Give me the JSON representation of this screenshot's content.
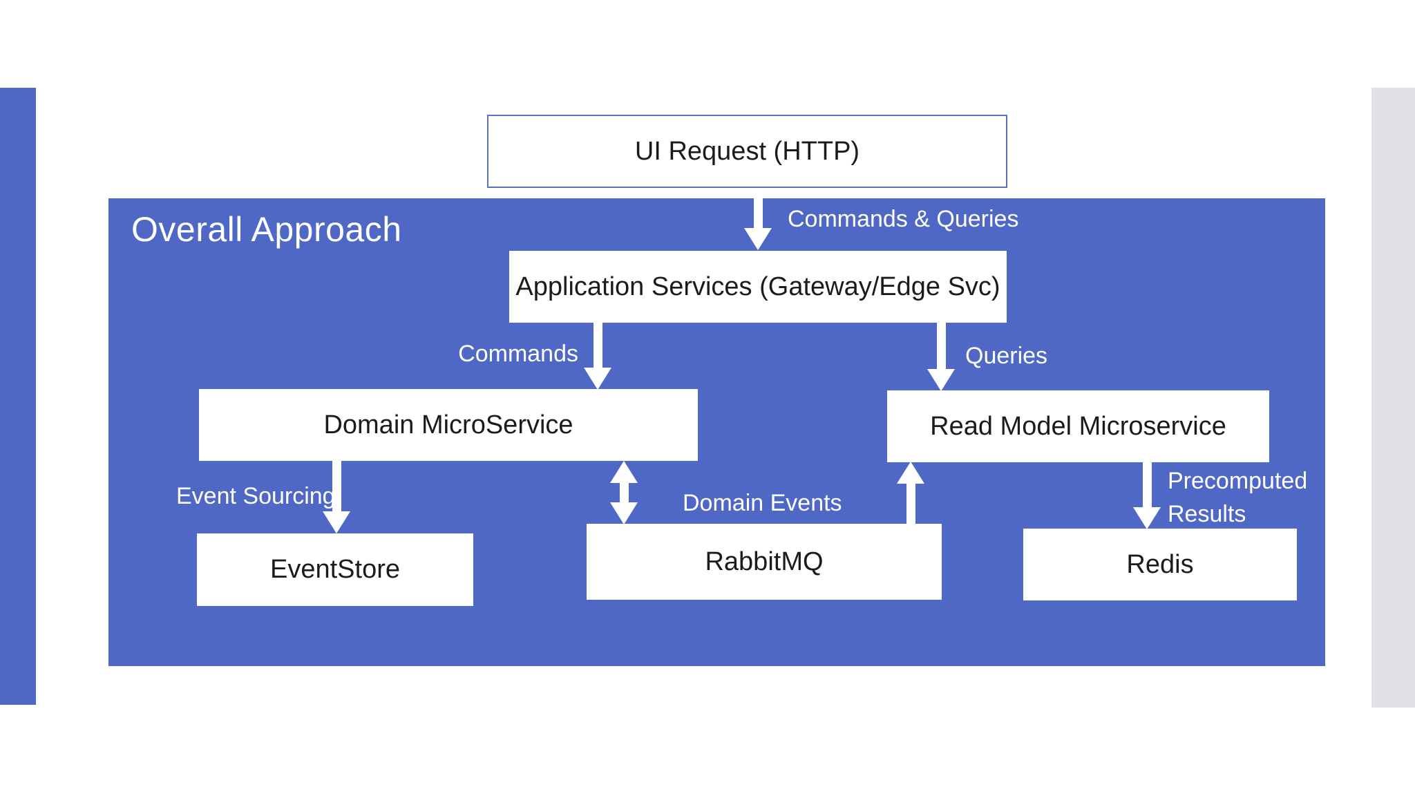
{
  "slide": {
    "title": "Overall Approach",
    "colors": {
      "panel_blue": "#4F68C5",
      "accent_bar_blue": "#4F68C5",
      "side_bar_gray": "#E2E2E6",
      "node_bg": "#FFFFFF",
      "node_text": "#1B1B1B",
      "node_border_blue": "#5A6FC9",
      "label_text": "#FFFFFF"
    }
  },
  "diagram": {
    "nodes": [
      {
        "id": "ui_request",
        "label": "UI Request (HTTP)"
      },
      {
        "id": "app_services",
        "label": "Application Services (Gateway/Edge Svc)"
      },
      {
        "id": "domain_microservice",
        "label": "Domain MicroService"
      },
      {
        "id": "read_model_microservice",
        "label": "Read Model Microservice"
      },
      {
        "id": "eventstore",
        "label": "EventStore"
      },
      {
        "id": "rabbitmq",
        "label": "RabbitMQ"
      },
      {
        "id": "redis",
        "label": "Redis"
      }
    ],
    "edges": [
      {
        "from": "ui_request",
        "to": "app_services",
        "direction": "down",
        "label": "Commands & Queries"
      },
      {
        "from": "app_services",
        "to": "domain_microservice",
        "direction": "down",
        "label": "Commands"
      },
      {
        "from": "app_services",
        "to": "read_model_microservice",
        "direction": "down",
        "label": "Queries"
      },
      {
        "from": "domain_microservice",
        "to": "eventstore",
        "direction": "down",
        "label": "Event Sourcing"
      },
      {
        "from": "domain_microservice",
        "to": "rabbitmq",
        "direction": "both",
        "label": "Domain Events"
      },
      {
        "from": "rabbitmq",
        "to": "read_model_microservice",
        "direction": "up",
        "label": ""
      },
      {
        "from": "read_model_microservice",
        "to": "redis",
        "direction": "down",
        "label": "Precomputed Results",
        "label_lines": [
          "Precomputed",
          "Results"
        ]
      }
    ]
  }
}
